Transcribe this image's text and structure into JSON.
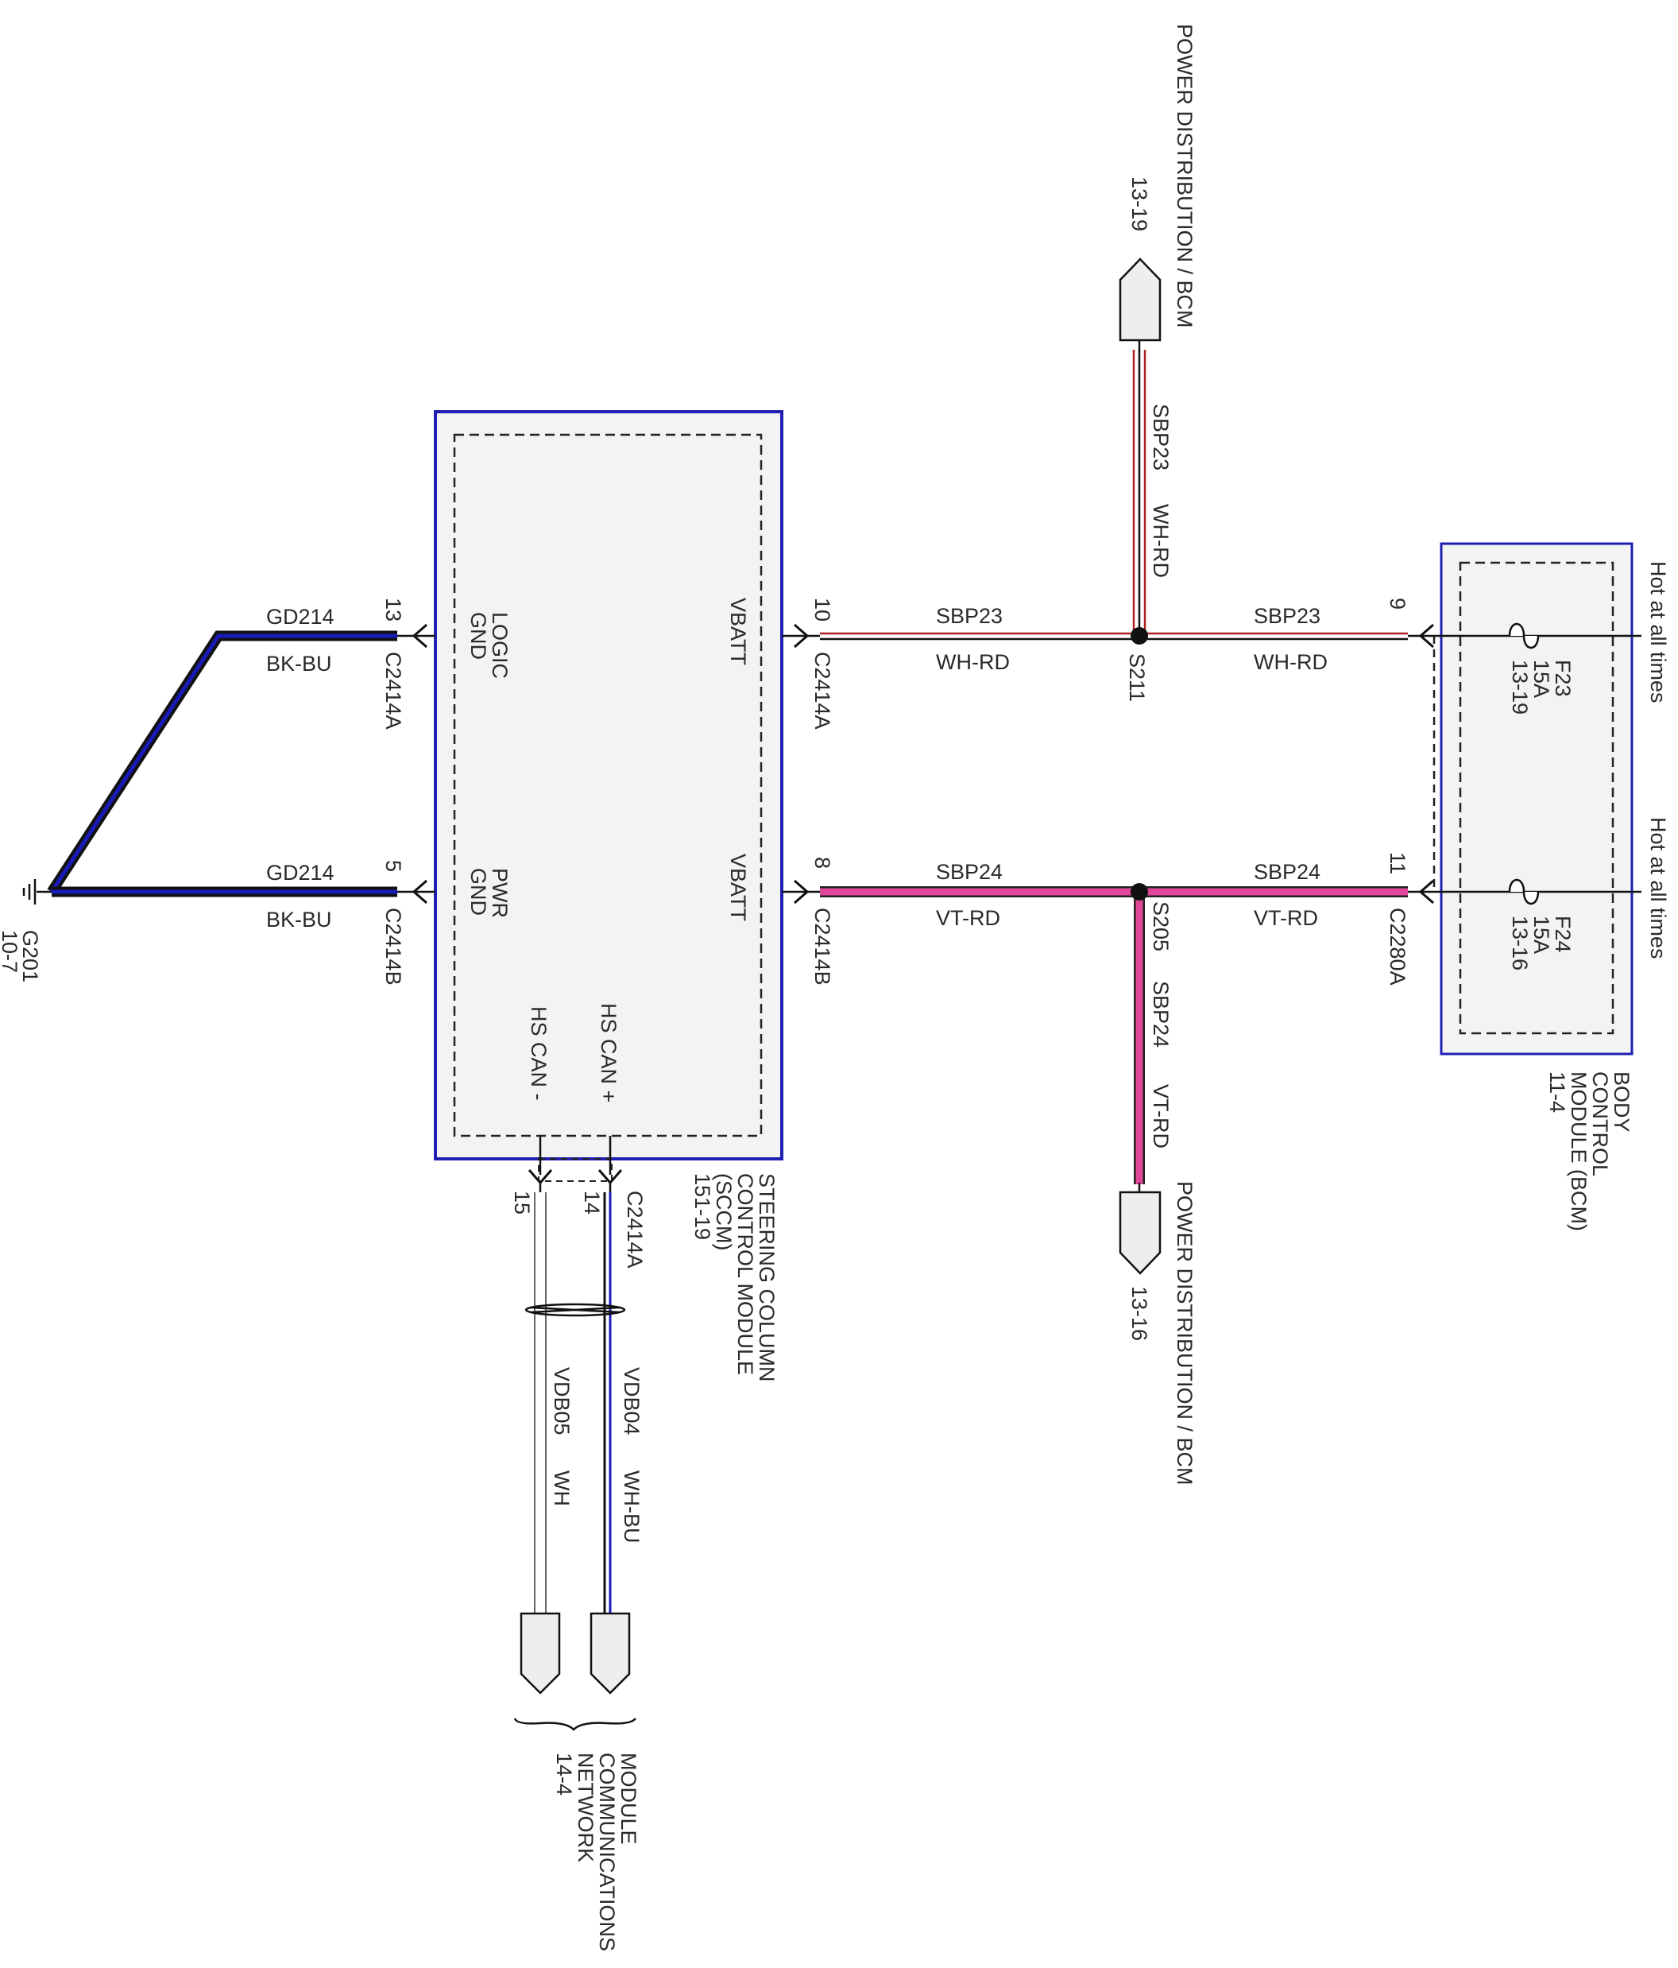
{
  "colors": {
    "module_border": "#1f1fb4",
    "module_fill": "#f3f3f3",
    "wire_wh_rd": "#b02020",
    "wire_vt_rd": "#e0479a",
    "wire_bk_bu": "#1a1ab8",
    "wire_wh_bu": "#1a1ab8",
    "line": "#111111"
  },
  "sccm": {
    "name": "STEERING COLUMN CONTROL MODULE (SCCM)",
    "page": "151-19",
    "pins": {
      "logic_gnd": "LOGIC GND",
      "pwr_gnd": "PWR GND",
      "vbatt_1": "VBATT",
      "vbatt_2": "VBATT",
      "hs_can_plus": "HS CAN +",
      "hs_can_minus": "HS CAN -"
    }
  },
  "bcm": {
    "name": "BODY CONTROL MODULE (BCM)",
    "page": "11-4",
    "fuse_f23": {
      "id": "F23",
      "rating": "15A",
      "page": "13-19",
      "supply": "Hot at all times"
    },
    "fuse_f24": {
      "id": "F24",
      "rating": "15A",
      "page": "13-16",
      "supply": "Hot at all times"
    }
  },
  "ground": {
    "id": "G201",
    "page": "10-7"
  },
  "splices": {
    "s211": "S211",
    "s205": "S205"
  },
  "pin_numbers": {
    "logic_gnd": "13",
    "pwr_gnd": "5",
    "vbatt_1": "10",
    "vbatt_2": "8",
    "bcm_9": "9",
    "bcm_11": "11",
    "can_plus": "14",
    "can_minus": "15"
  },
  "connectors": {
    "logic_gnd": "C2414A",
    "pwr_gnd": "C2414B",
    "vbatt_1": "C2414A",
    "vbatt_2": "C2414B",
    "bcm_11": "C2280A",
    "can": "C2414A"
  },
  "wires": {
    "gd214_top": {
      "circuit": "GD214",
      "color": "BK-BU"
    },
    "gd214_bot": {
      "circuit": "GD214",
      "color": "BK-BU"
    },
    "sbp23_left": {
      "circuit": "SBP23",
      "color": "WH-RD"
    },
    "sbp23_right": {
      "circuit": "SBP23",
      "color": "WH-RD"
    },
    "sbp23_up": {
      "circuit": "SBP23",
      "color": "WH-RD"
    },
    "sbp24_left": {
      "circuit": "SBP24",
      "color": "VT-RD"
    },
    "sbp24_right": {
      "circuit": "SBP24",
      "color": "VT-RD"
    },
    "sbp24_down": {
      "circuit": "SBP24",
      "color": "VT-RD"
    },
    "vdb04": {
      "circuit": "VDB04",
      "color": "WH-BU"
    },
    "vdb05": {
      "circuit": "VDB05",
      "color": "WH"
    }
  },
  "offpage": {
    "top": {
      "label": "POWER DISTRIBUTION / BCM",
      "page": "13-19"
    },
    "bottom": {
      "label": "POWER DISTRIBUTION / BCM",
      "page": "13-16"
    },
    "network": {
      "label": "MODULE COMMUNICATIONS NETWORK",
      "page": "14-4"
    }
  }
}
